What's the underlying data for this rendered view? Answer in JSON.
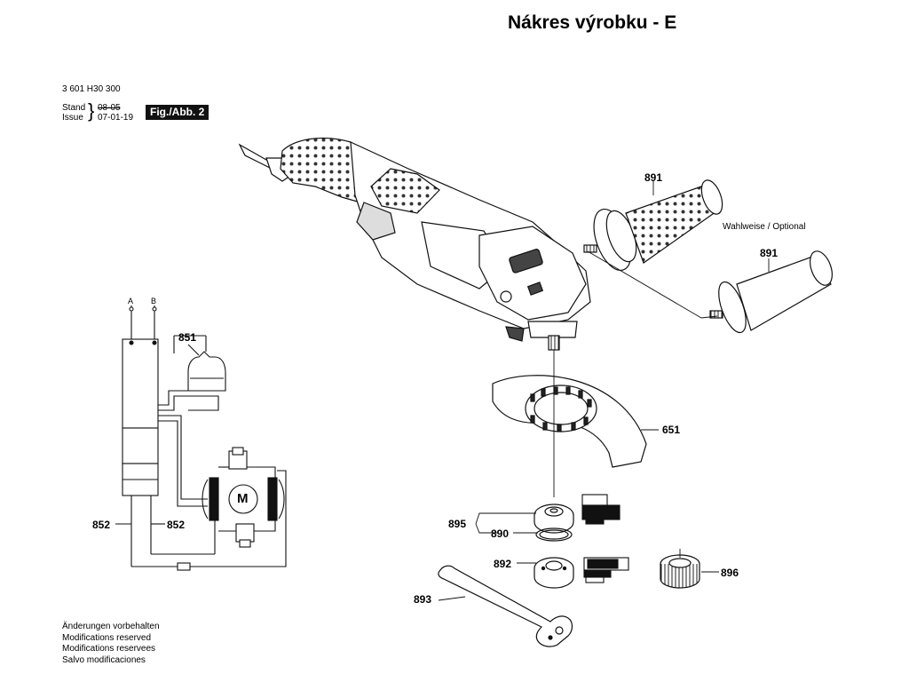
{
  "title": "Nákres výrobku - E",
  "header": {
    "part_number": "3 601 H30 300",
    "stand_label": "Stand",
    "issue_label": "Issue",
    "date_old": "08-05",
    "date_new": "07-01-19",
    "figure_badge": "Fig./Abb. 2"
  },
  "wiring": {
    "terminal_a": "A",
    "terminal_b": "B",
    "motor_symbol": "M"
  },
  "callouts": {
    "c891_top": "891",
    "optional_note": "Wahlweise / Optional",
    "c891_opt": "891",
    "c851": "851",
    "c651": "651",
    "c852_left": "852",
    "c852_right": "852",
    "c895": "895",
    "c890": "890",
    "c892": "892",
    "c896": "896",
    "c893": "893"
  },
  "footer": {
    "lines": [
      "Änderungen vorbehalten",
      "Modifications reserved",
      "Modifications reservees",
      "Salvo modificaciones"
    ]
  }
}
